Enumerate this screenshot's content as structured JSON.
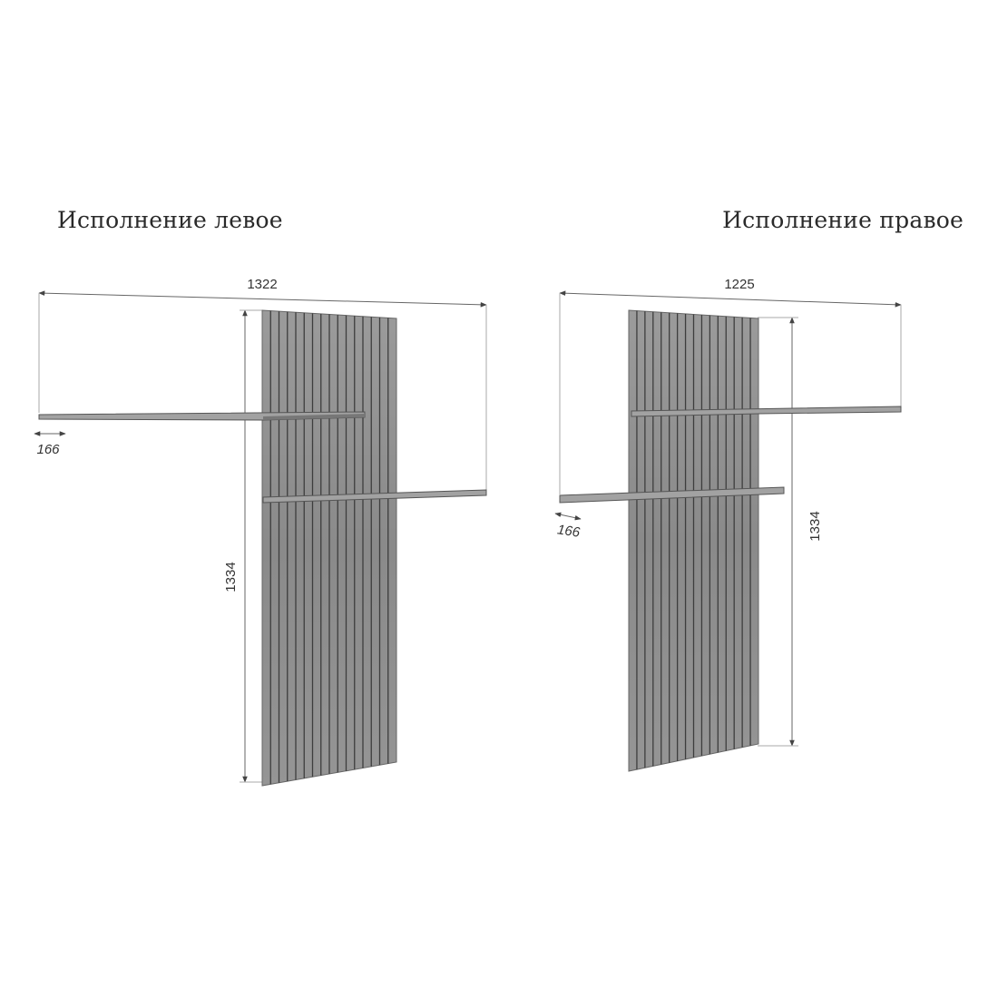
{
  "left": {
    "title": "Исполнение левое",
    "width_label": "1322",
    "height_label": "1334",
    "depth_label": "166"
  },
  "right": {
    "title": "Исполнение правое",
    "width_label": "1225",
    "height_label": "1334",
    "depth_label": "166"
  },
  "colors": {
    "panel": "#8f8f8f",
    "slat_groove": "#4a4a4a",
    "shelf": "#9a9a9a",
    "dimension_line": "#555555"
  }
}
